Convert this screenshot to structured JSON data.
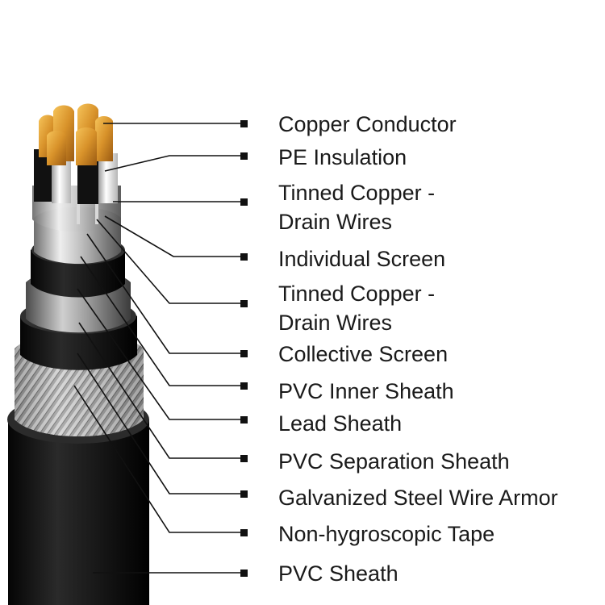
{
  "labels": [
    {
      "id": "copper-conductor",
      "lines": [
        "Copper Conductor"
      ]
    },
    {
      "id": "pe-insulation",
      "lines": [
        "PE Insulation"
      ]
    },
    {
      "id": "tinned-copper-drain-wires-1",
      "lines": [
        "Tinned Copper -",
        "Drain Wires"
      ]
    },
    {
      "id": "individual-screen",
      "lines": [
        "Individual Screen"
      ]
    },
    {
      "id": "tinned-copper-drain-wires-2",
      "lines": [
        "Tinned Copper -",
        "Drain Wires"
      ]
    },
    {
      "id": "collective-screen",
      "lines": [
        "Collective Screen"
      ]
    },
    {
      "id": "pvc-inner-sheath",
      "lines": [
        "PVC Inner Sheath"
      ]
    },
    {
      "id": "lead-sheath",
      "lines": [
        "Lead Sheath"
      ]
    },
    {
      "id": "pvc-separation-sheath",
      "lines": [
        "PVC Separation Sheath"
      ]
    },
    {
      "id": "galvanized-steel-wire-armor",
      "lines": [
        "Galvanized Steel Wire Armor"
      ]
    },
    {
      "id": "non-hygroscopic-tape",
      "lines": [
        "Non-hygroscopic Tape"
      ]
    },
    {
      "id": "pvc-sheath",
      "lines": [
        "PVC Sheath"
      ]
    }
  ],
  "colors": {
    "text": "#1a1a1a",
    "leader": "#111111",
    "sheath": "#1b1b1b",
    "copper": "#e0a030",
    "silver": "#c8c8c8"
  }
}
